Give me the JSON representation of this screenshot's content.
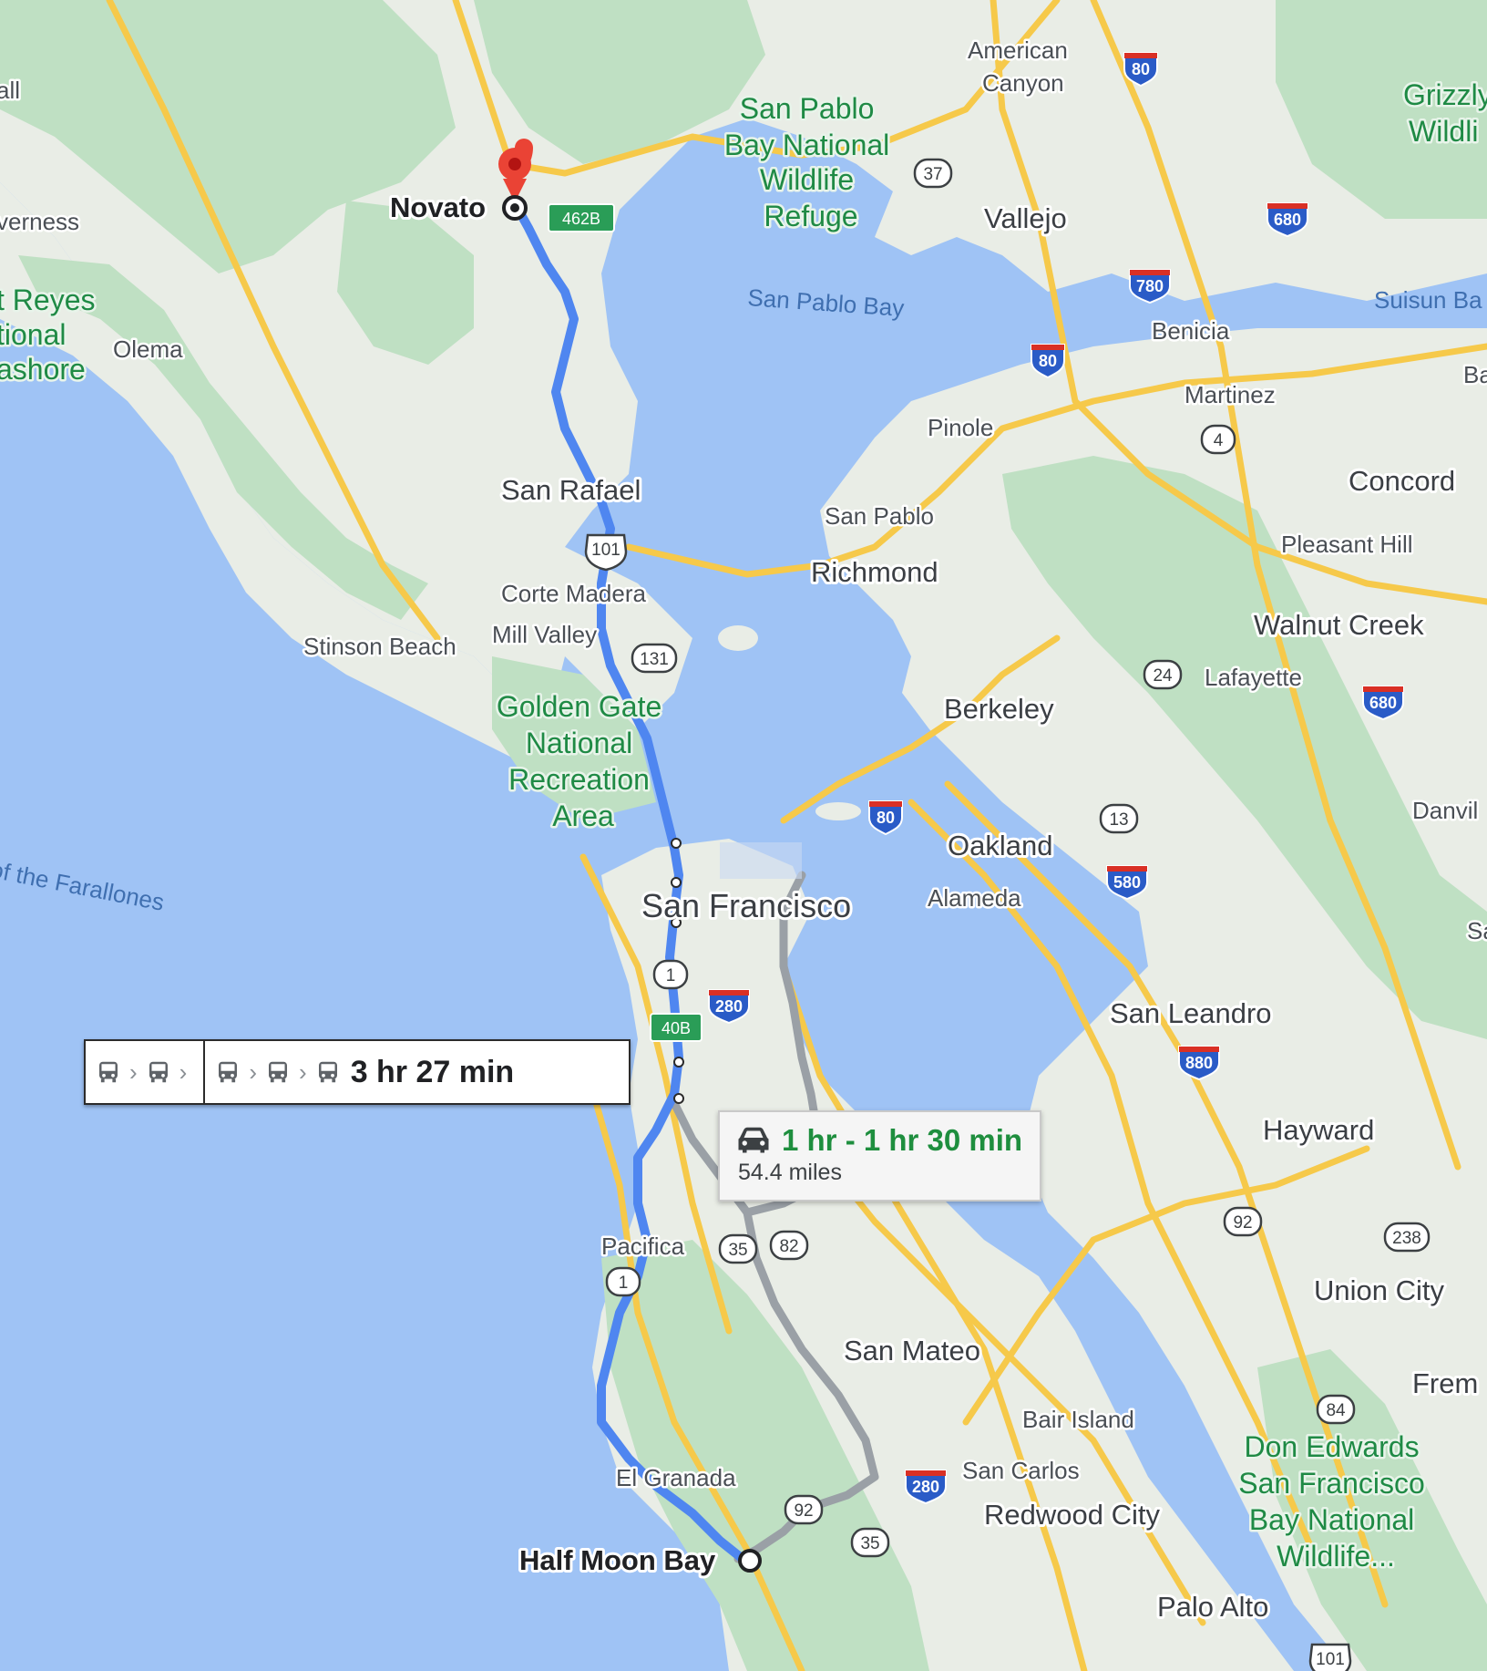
{
  "map": {
    "places": {
      "novato": "Novato",
      "half_moon_bay": "Half Moon Bay",
      "san_rafael": "San Rafael",
      "corte_madera": "Corte Madera",
      "mill_valley": "Mill Valley",
      "stinson_beach": "Stinson Beach",
      "olema": "Olema",
      "inverness": "verness",
      "point_reyes_1": "t Reyes",
      "point_reyes_2": "tional",
      "point_reyes_3": "ashore",
      "nall": "all",
      "american_canyon_1": "American",
      "american_canyon_2": "Canyon",
      "vallejo": "Vallejo",
      "benicia": "Benicia",
      "martinez": "Martinez",
      "pinole": "Pinole",
      "san_pablo": "San Pablo",
      "richmond": "Richmond",
      "concord": "Concord",
      "pleasant_hill": "Pleasant Hill",
      "walnut_creek": "Walnut Creek",
      "lafayette": "Lafayette",
      "berkeley": "Berkeley",
      "oakland": "Oakland",
      "alameda": "Alameda",
      "san_francisco": "San Francisco",
      "san_leandro": "San Leandro",
      "hayward": "Hayward",
      "danville": "Danvil",
      "union_city": "Union City",
      "fremont": "Frem",
      "pacifica": "Pacifica",
      "san_mateo": "San Mateo",
      "bair_island": "Bair Island",
      "san_carlos": "San Carlos",
      "redwood_city": "Redwood City",
      "el_granada": "El Granada",
      "palo_alto": "Palo Alto",
      "ba": "Ba",
      "sa": "Sa"
    },
    "parks": {
      "san_pablo_refuge": [
        "San Pablo",
        "Bay National",
        "Wildlife",
        "Refuge"
      ],
      "golden_gate": [
        "Golden Gate",
        "National",
        "Recreation",
        "Area"
      ],
      "don_edwards": [
        "Don Edwards",
        "San Francisco",
        "Bay National",
        "Wildlife..."
      ],
      "grizzly": [
        "Grizzly",
        "Wildli"
      ]
    },
    "water": {
      "san_pablo_bay": "San Pablo Bay",
      "suisun_bay": "Suisun Ba",
      "farallones": "of the Farallones"
    },
    "shields": {
      "i80_a": "80",
      "i80_b": "80",
      "i80_c": "80",
      "i680_a": "680",
      "i680_b": "680",
      "i780": "780",
      "i580": "580",
      "i880": "880",
      "i280_a": "280",
      "i280_b": "280",
      "us101_a": "101",
      "us101_b": "101",
      "ca37": "37",
      "ca4": "4",
      "ca131": "131",
      "ca24": "24",
      "ca13": "13",
      "ca1_a": "1",
      "ca1_b": "1",
      "ca92_a": "92",
      "ca92_b": "92",
      "ca35_a": "35",
      "ca35_b": "35",
      "ca82": "82",
      "ca238": "238",
      "ca84": "84",
      "exit_462b": "462B",
      "exit_40b": "40B"
    },
    "colors": {
      "water": "#9fc3f5",
      "land": "#e9ede6",
      "park": "#bfe0c3",
      "route_primary": "#4f86f0",
      "route_alt": "#9aa0a6",
      "highway": "#f6c94a",
      "marker": "#ea4335"
    }
  },
  "transit": {
    "icon": "bus-icon",
    "duration": "3 hr 27 min"
  },
  "driving": {
    "icon": "car-icon",
    "duration": "1 hr - 1 hr 30 min",
    "distance": "54.4 miles"
  }
}
